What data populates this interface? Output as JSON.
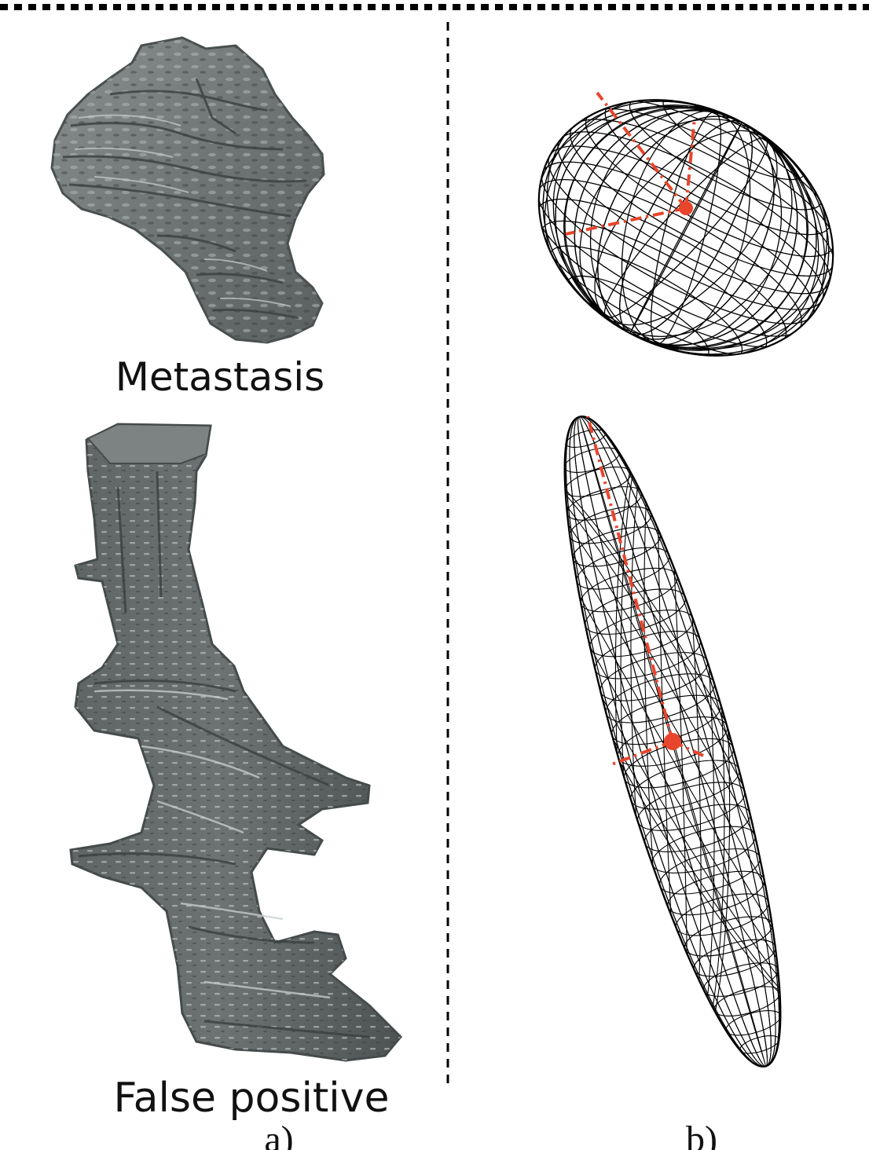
{
  "panel_a": {
    "caption": "a)",
    "top_label": "Metastasis",
    "bottom_label": "False positive"
  },
  "panel_b": {
    "caption": "b)"
  },
  "colors": {
    "tumor_fill": "#6f7575",
    "tumor_dark": "#474d4d",
    "tumor_highlight": "#b9c0c0",
    "wireframe": "#000000",
    "axis": "#e8452c",
    "divider": "#000000"
  }
}
